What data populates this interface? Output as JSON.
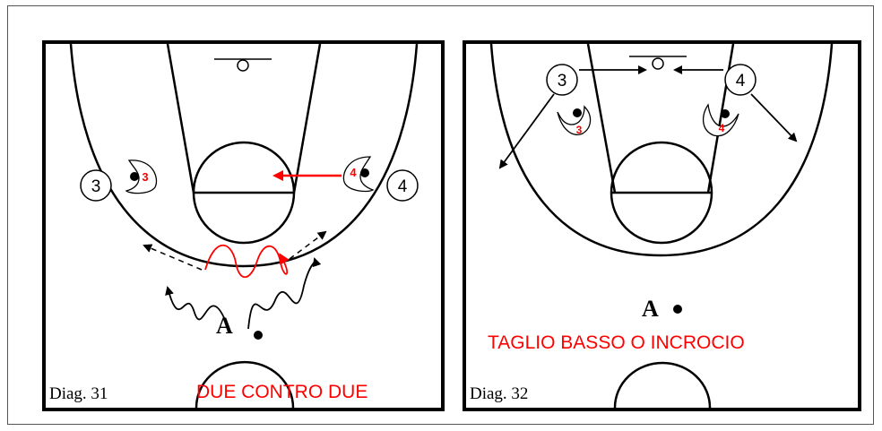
{
  "diagram_31": {
    "label": "Diag. 31",
    "caption": "DUE CONTRO DUE",
    "offense_left": "3",
    "offense_right": "4",
    "defender_left": "3",
    "defender_right": "4",
    "coach": "A"
  },
  "diagram_32": {
    "label": "Diag. 32",
    "caption": "TAGLIO BASSO O INCROCIO",
    "offense_left": "3",
    "offense_right": "4",
    "defender_left": "3",
    "defender_right": "4",
    "coach": "A"
  },
  "colors": {
    "ink": "#000000",
    "accent": "#ff0000",
    "background": "#ffffff"
  }
}
